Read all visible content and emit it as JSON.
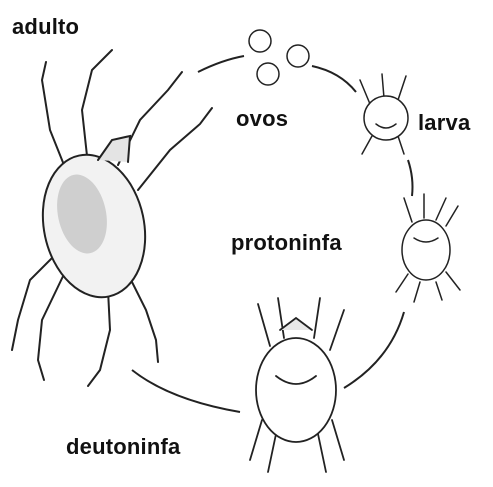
{
  "labels": {
    "adulto": "adulto",
    "ovos": "ovos",
    "larva": "larva",
    "protoninfa": "protoninfa",
    "deutoninfa": "deutoninfa"
  },
  "colors": {
    "ink": "#111111",
    "background": "#ffffff"
  }
}
